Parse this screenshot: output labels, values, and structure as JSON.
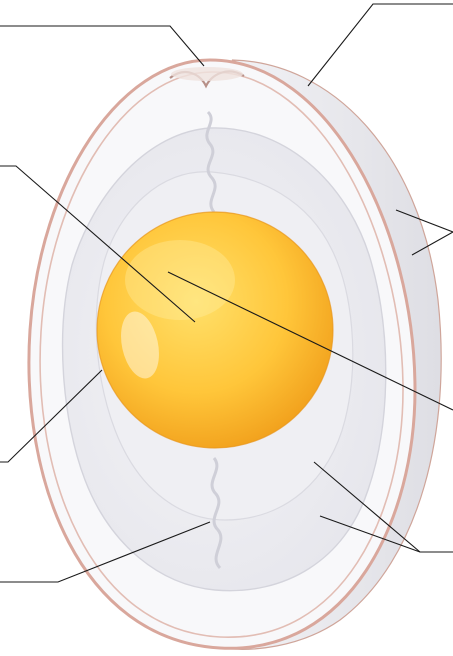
{
  "diagram": {
    "subject": "egg-cross-section",
    "labels": [],
    "parts": [
      {
        "id": "air-cell"
      },
      {
        "id": "shell"
      },
      {
        "id": "yolk"
      },
      {
        "id": "vitelline-membrane"
      },
      {
        "id": "shell-membranes"
      },
      {
        "id": "germinal-disc"
      },
      {
        "id": "chalaza"
      },
      {
        "id": "albumen"
      }
    ],
    "colors": {
      "shell_outline": "#d9a79c",
      "shell_fill": "#f7f7f8",
      "albumen_thin": "#f1f1f4",
      "albumen_thick": "#ebebef",
      "yolk_light": "#ffd24a",
      "yolk_dark": "#f0a21d",
      "leader_line": "#1a1a1a"
    }
  }
}
